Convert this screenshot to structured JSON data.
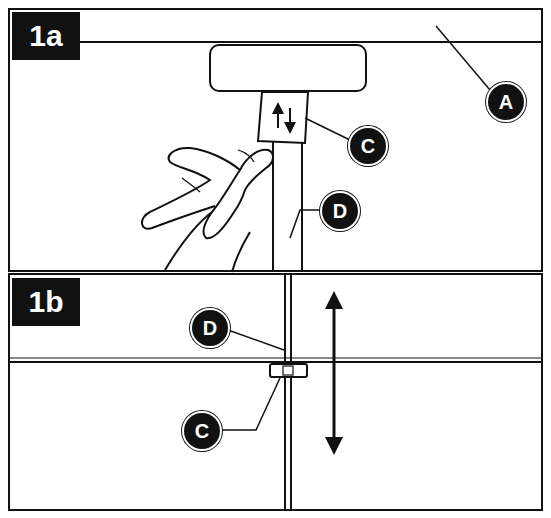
{
  "diagram": {
    "labels": [
      "1a",
      "A",
      "C",
      "D",
      "1b",
      "D",
      "C"
    ]
  }
}
